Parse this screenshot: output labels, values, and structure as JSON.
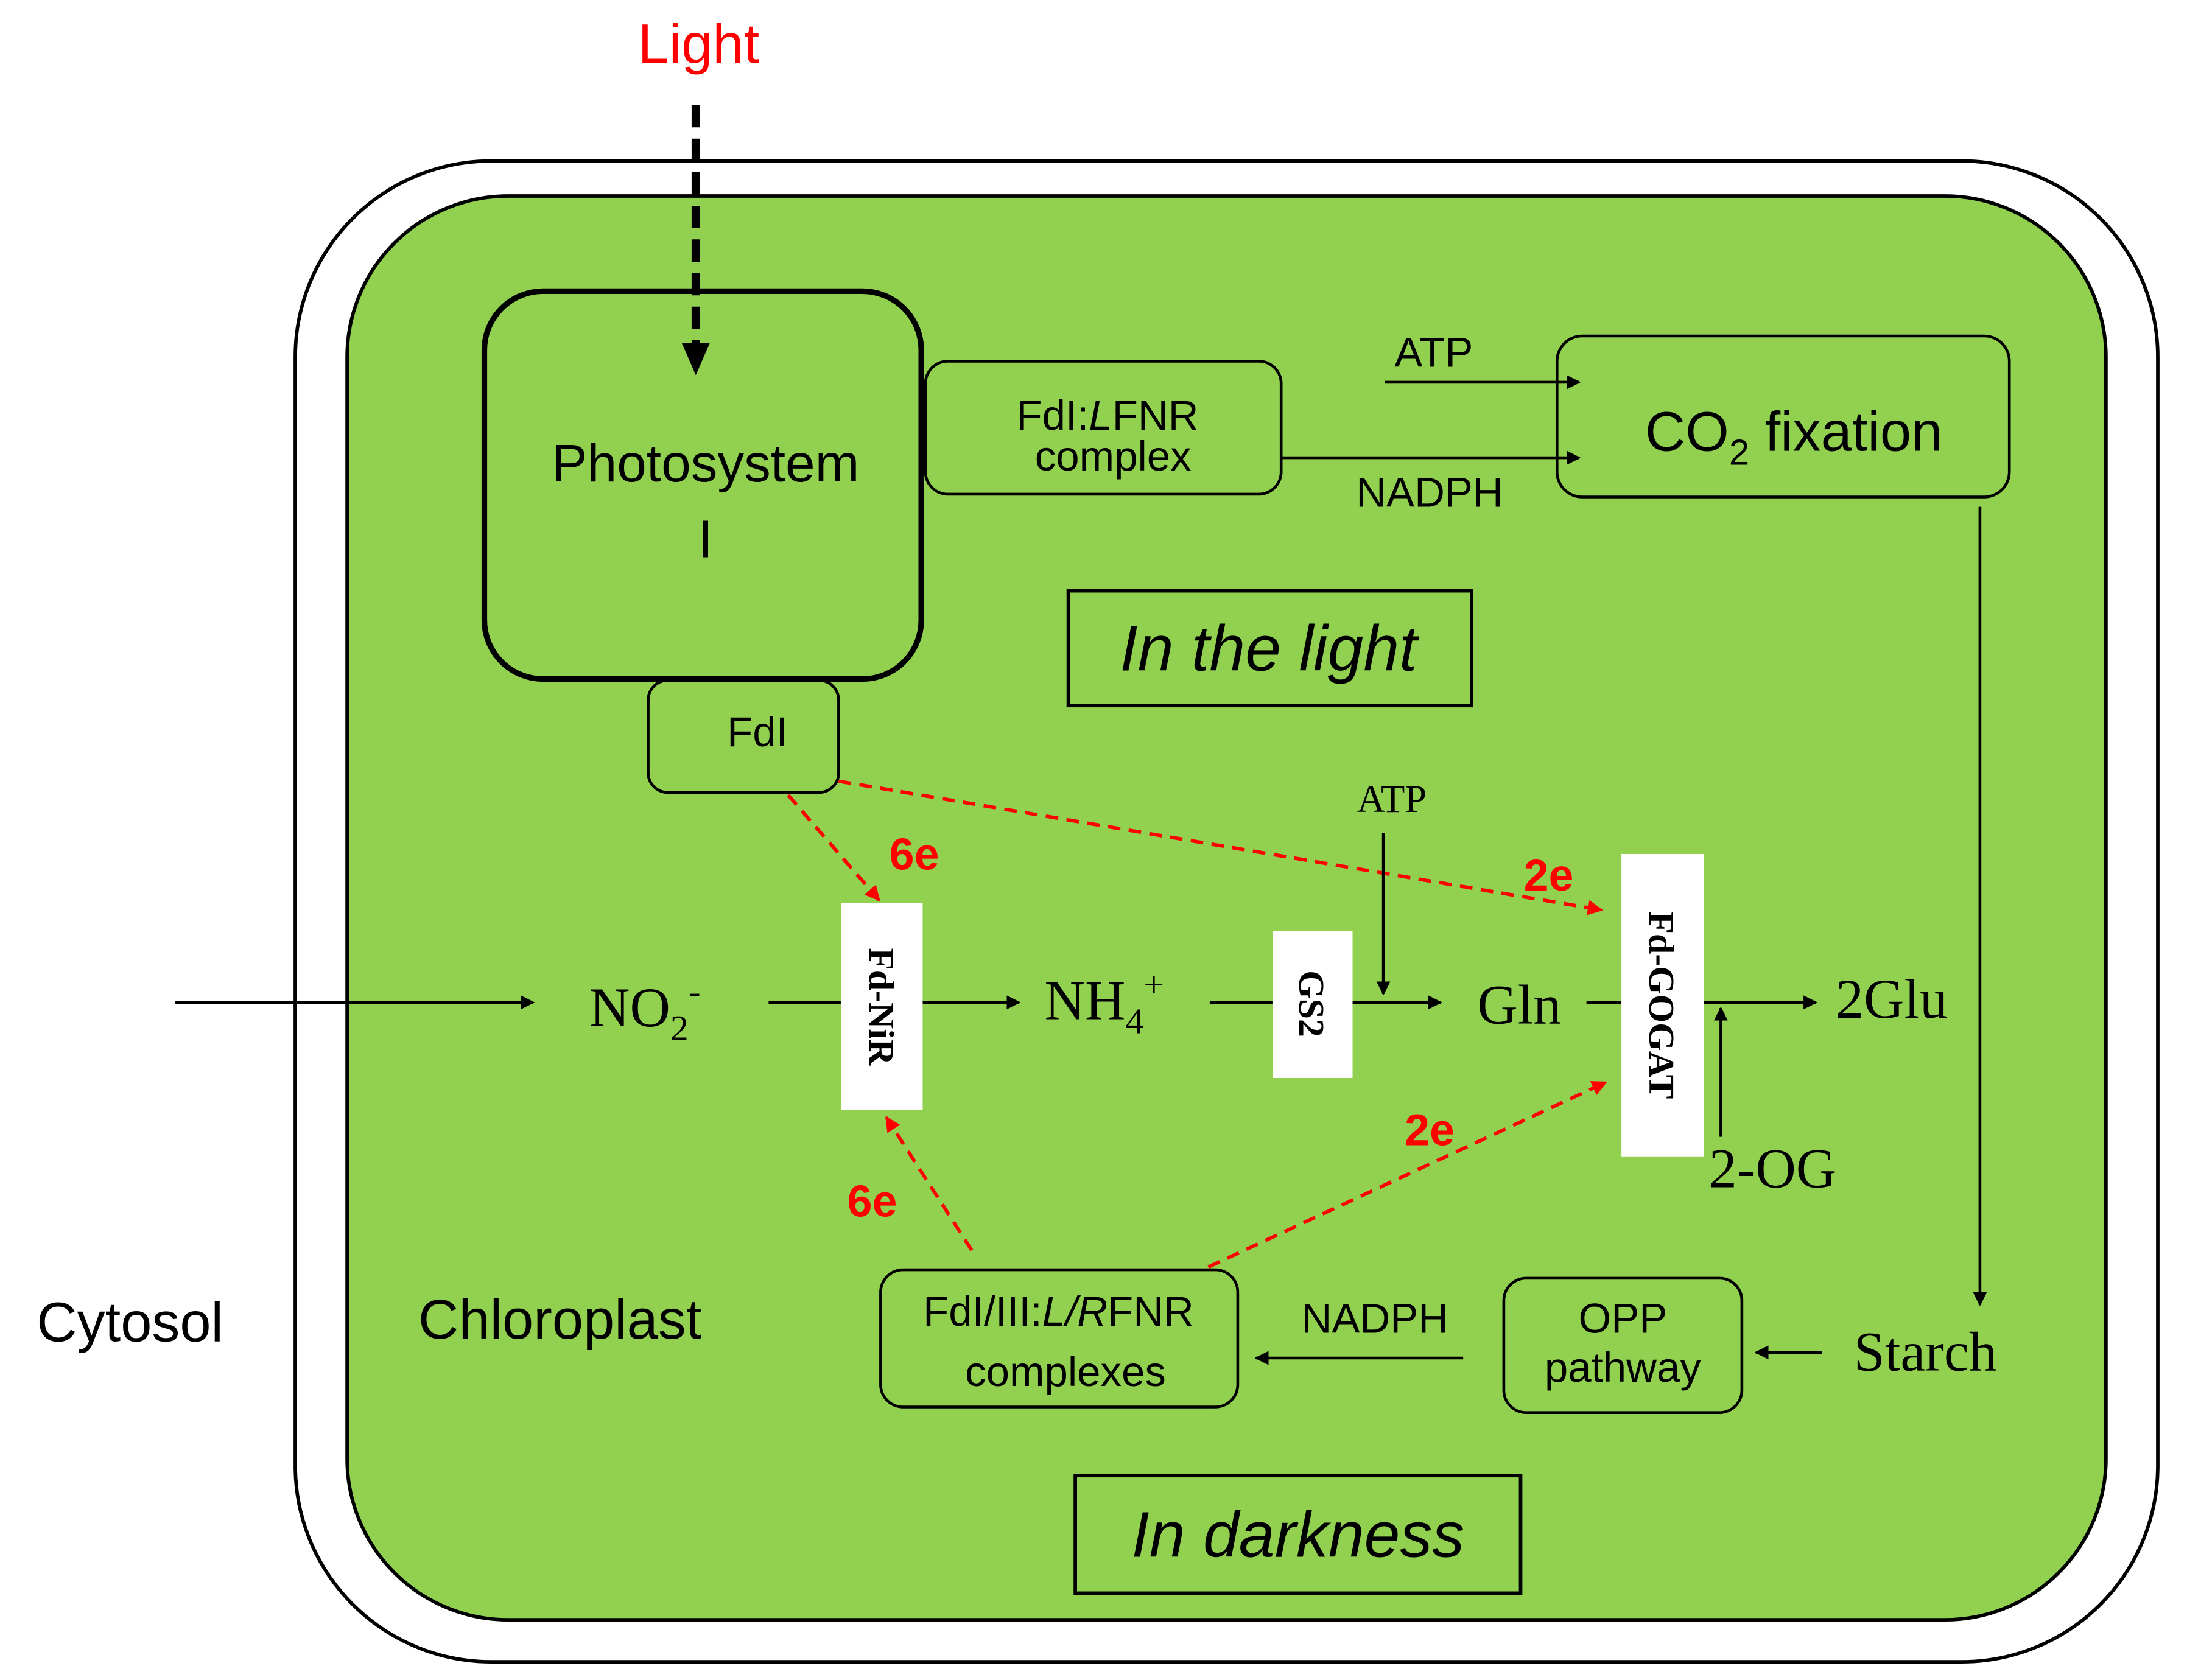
{
  "colors": {
    "chloroplast_fill": "#92D050",
    "stroke": "#000000",
    "highlight_red": "#FF0000",
    "enzyme_box_fill": "#FFFFFF"
  },
  "labels": {
    "light": "Light",
    "photosystem_line1": "Photosystem",
    "photosystem_line2": "I",
    "fdi": "FdI",
    "fdi_lfnr_line1_a": "FdI:",
    "fdi_lfnr_line1_b": "L",
    "fdi_lfnr_line1_c": "FNR",
    "fdi_lfnr_line2": "complex",
    "atp_top": "ATP",
    "nadph_top": "NADPH",
    "co2_a": "CO",
    "co2_sub": "2",
    "co2_b": " fixation",
    "in_the_light": "In the light",
    "in_darkness": "In darkness",
    "atp_mid": "ATP",
    "e6_top": "6e",
    "e2_top": "2e",
    "e2_bottom": "2e",
    "e6_bottom": "6e",
    "no2_base": "NO",
    "no2_sub": "2",
    "no2_sup": "-",
    "nh4_base": "NH",
    "nh4_sub": "4",
    "nh4_sup": "+",
    "gln": "Gln",
    "glu": "2Glu",
    "og": "2-OG",
    "fd_nir": "Fd-NiR",
    "gs2": "GS2",
    "fd_gogat": "Fd-GOGAT",
    "cytosol": "Cytosol",
    "chloroplast": "Chloroplast",
    "dark_complex_line1_a": "FdI/III:",
    "dark_complex_line1_b": "L/R",
    "dark_complex_line1_c": "FNR",
    "dark_complex_line2": "complexes",
    "nadph_bottom": "NADPH",
    "opp_line1": "OPP",
    "opp_line2": "pathway",
    "starch": "Starch"
  }
}
